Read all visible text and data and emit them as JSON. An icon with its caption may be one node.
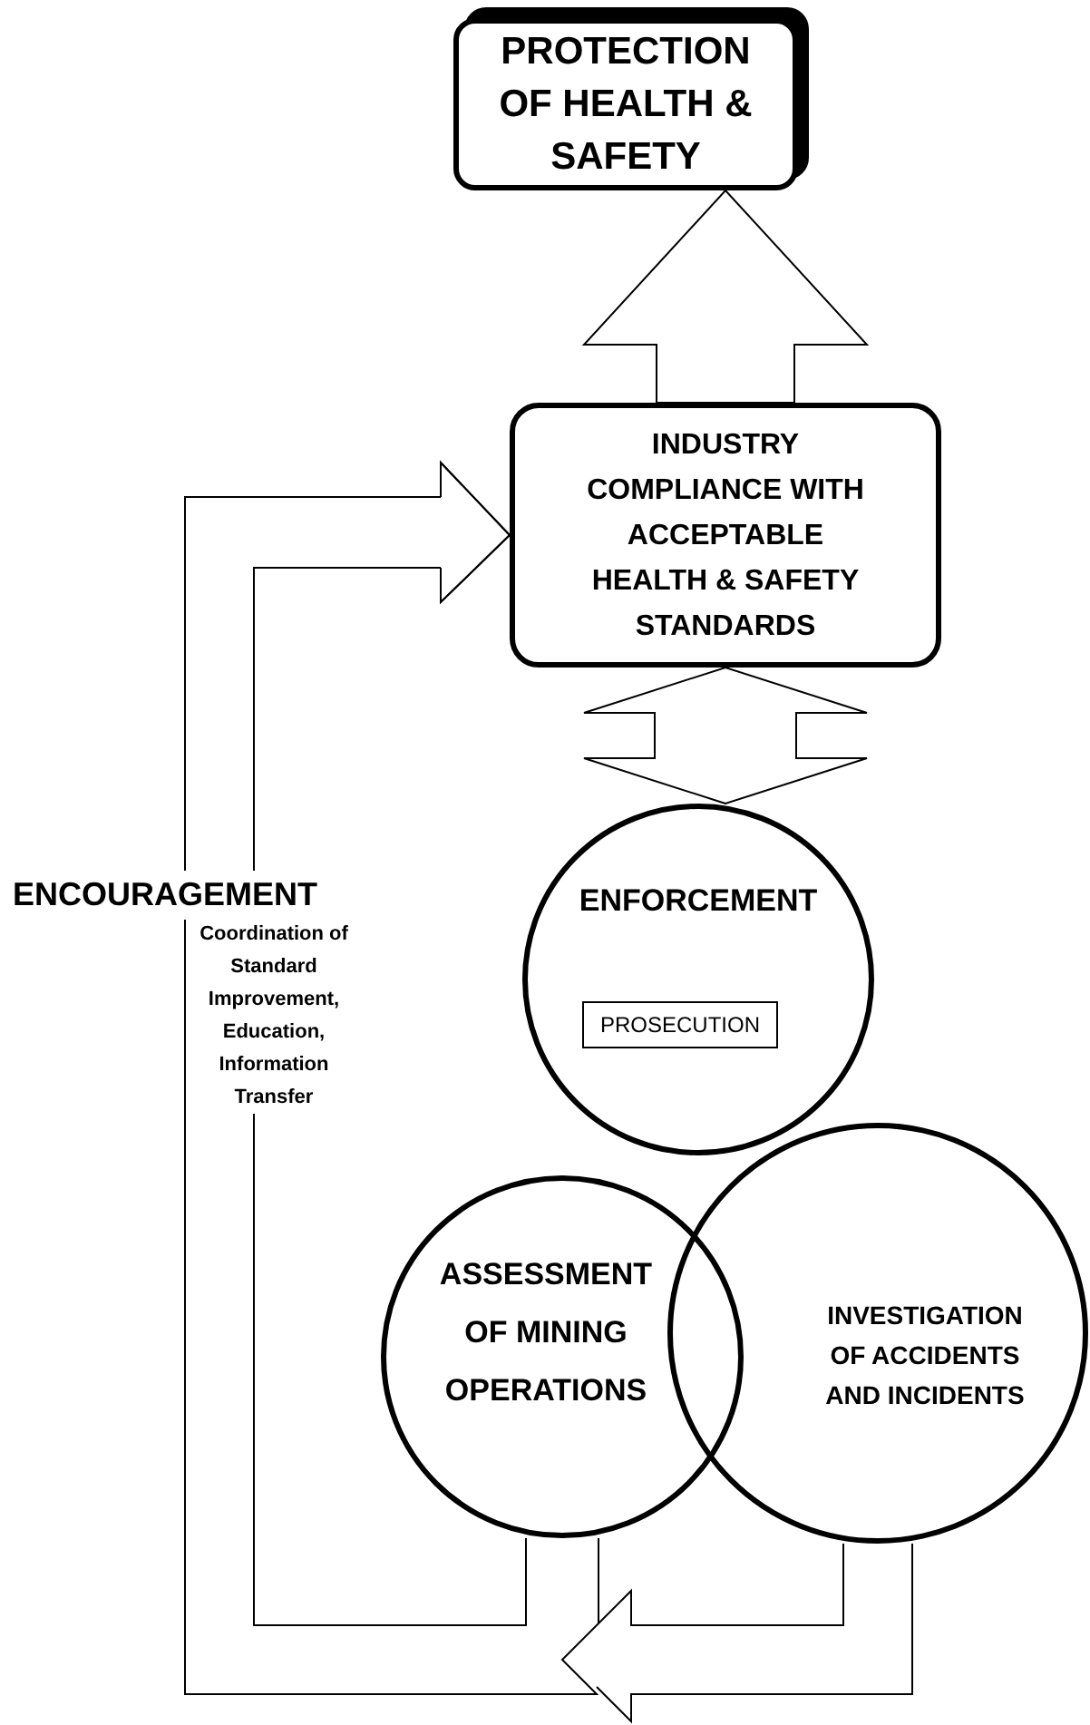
{
  "diagram": {
    "nodes": [
      {
        "text": [
          "PROTECTION OF HEALTH & SAFETY"
        ]
      },
      {
        "text": [
          "INDUSTRY COMPLIANCE WITH ACCEPTABLE HEALTH & SAFETY STANDARDS"
        ]
      },
      {
        "text": [
          "ENFORCEMENT"
        ]
      },
      {
        "text": [
          "PROSECUTION"
        ],
        "in": 2
      },
      {
        "text": [
          "ASSESSMENT OF MINING OPERATIONS"
        ]
      },
      {
        "text": [
          "INVESTIGATION OF ACCIDENTS AND INCIDENTS"
        ]
      }
    ],
    "edges": [
      {
        "from": 1,
        "to": 0,
        "arrow": "to"
      },
      {
        "from": 2,
        "to": 1,
        "arrow": "both"
      },
      {
        "from": 4,
        "to": 1,
        "arrow": "to"
      },
      {
        "from": 5,
        "to": 1,
        "arrow": "to"
      }
    ],
    "labels": [
      "ENCOURAGEMENT",
      "Coordination of Standard Improvement, Education, Information Transfer"
    ]
  }
}
